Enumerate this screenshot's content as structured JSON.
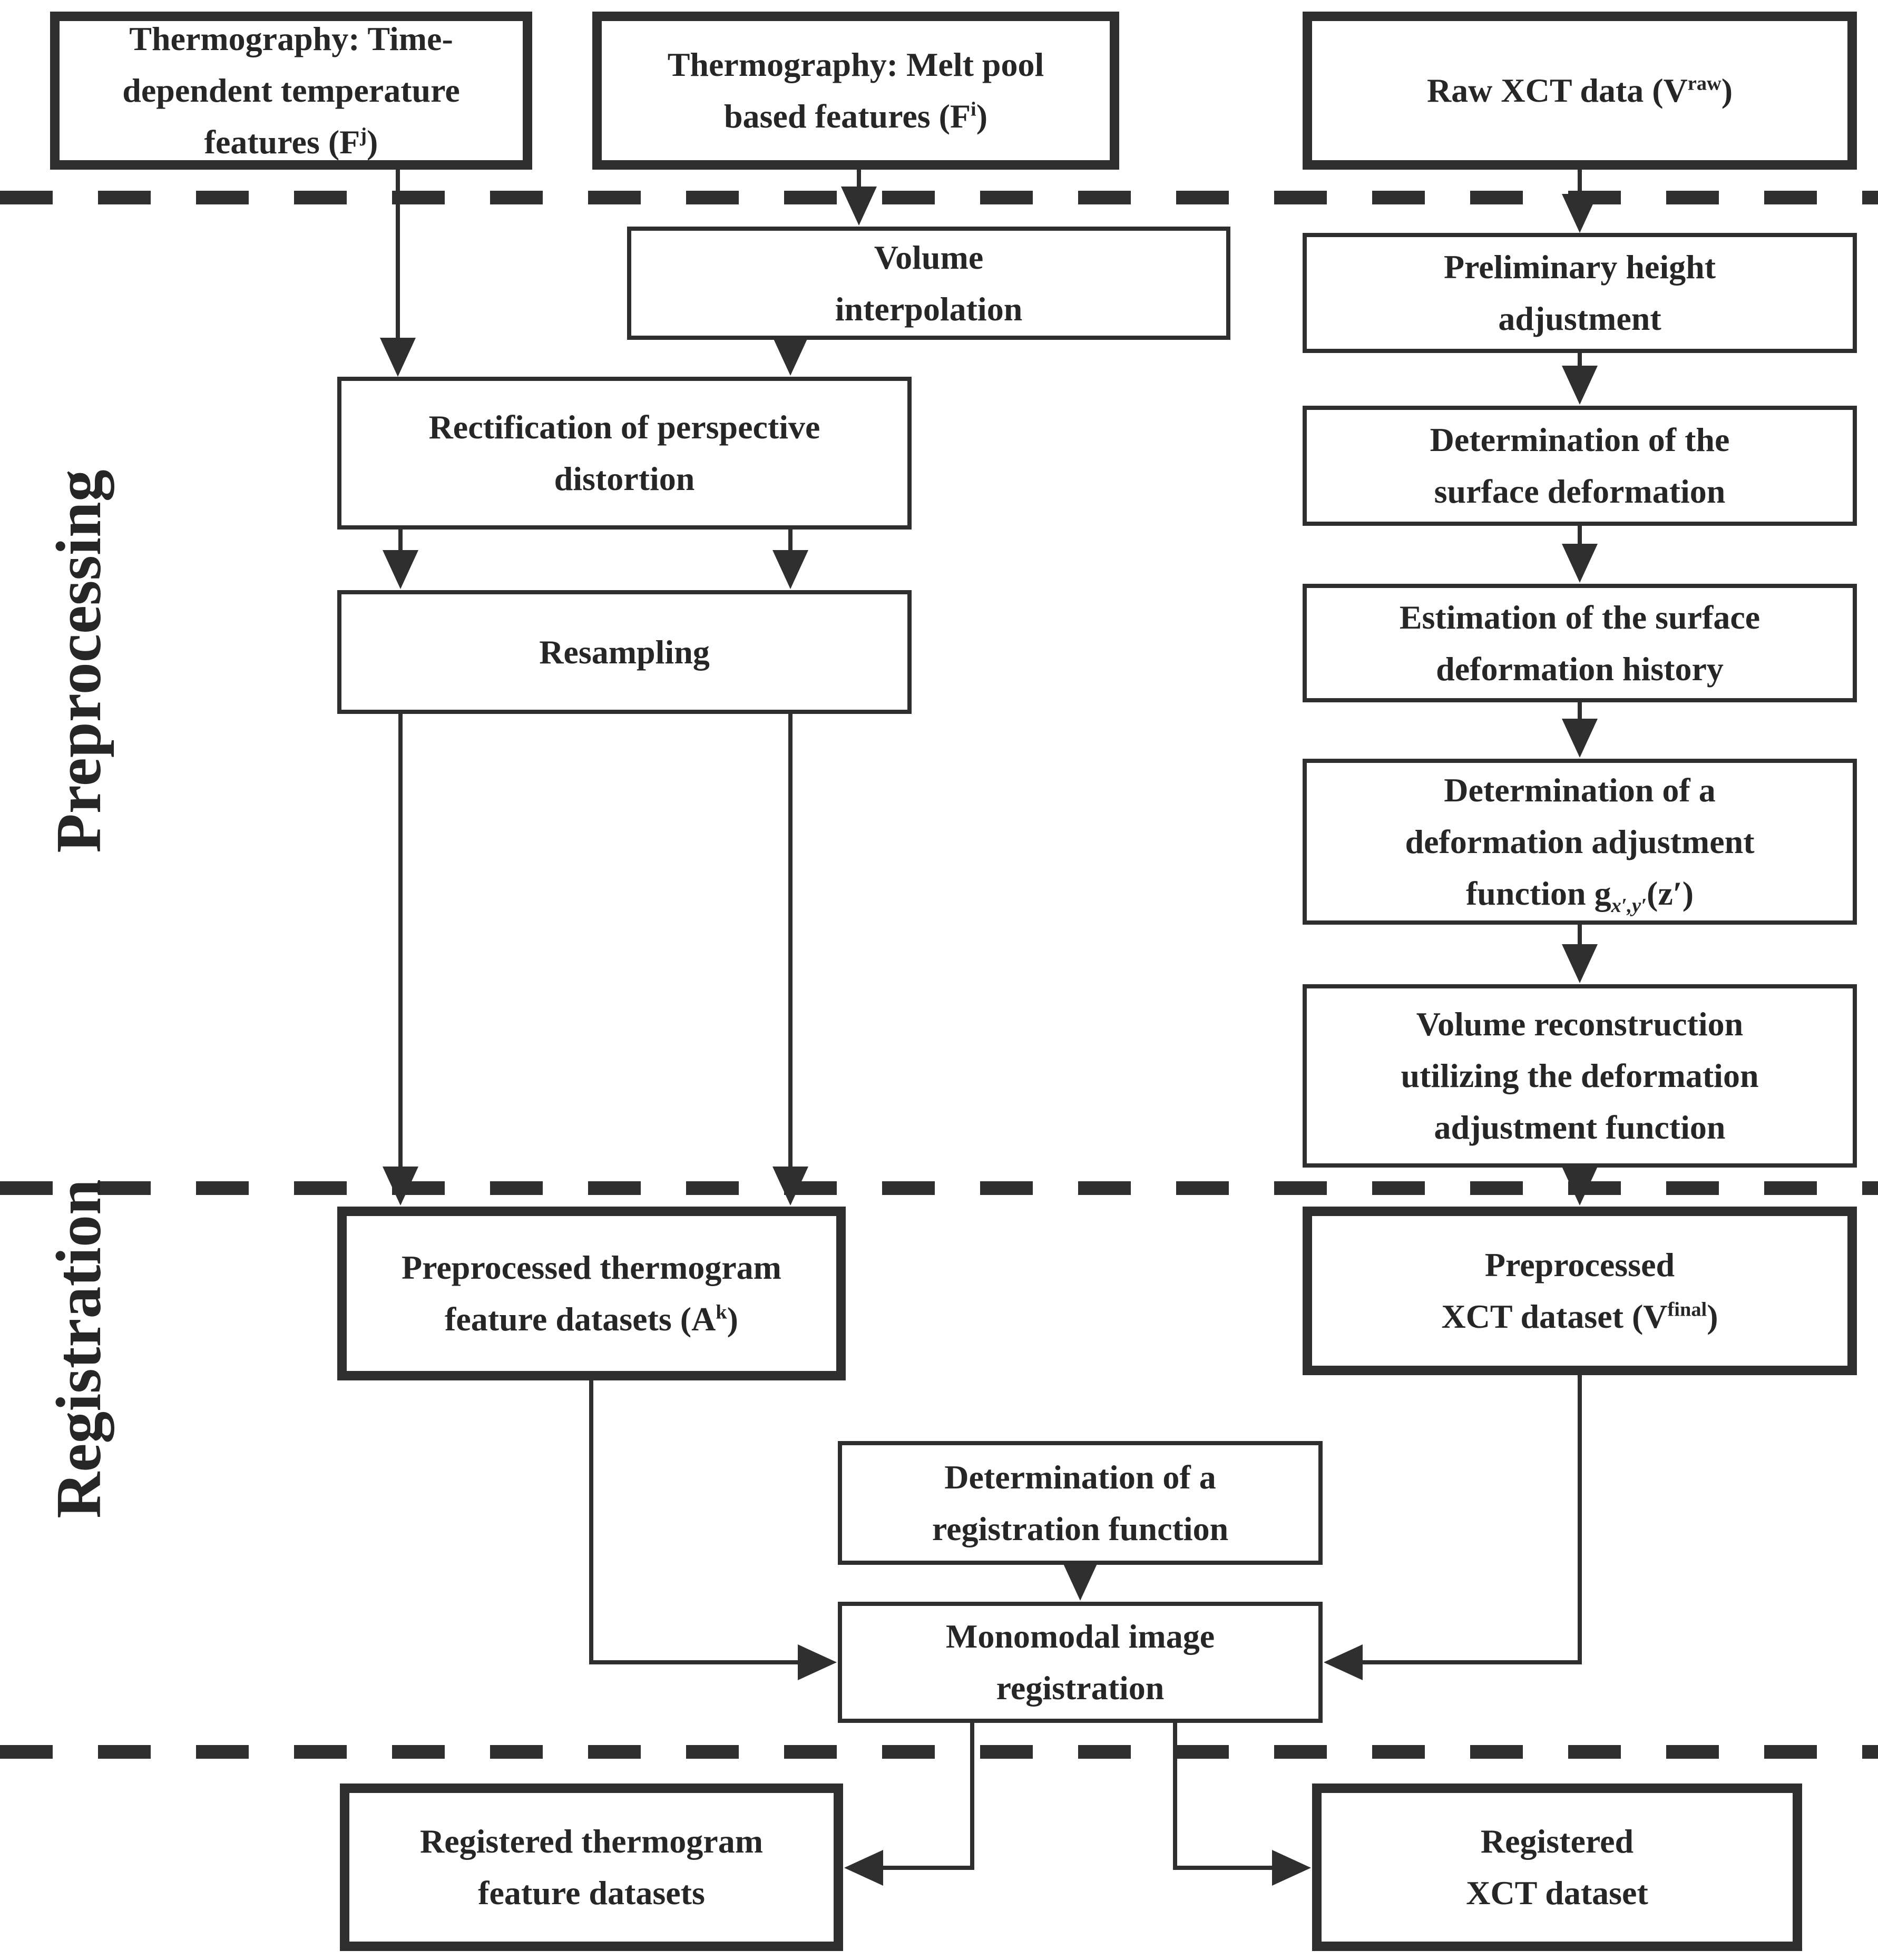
{
  "sections": {
    "preprocessing": "Preprocessing",
    "registration": "Registration"
  },
  "boxes": {
    "thermo_time": {
      "l1": "Thermography: Time-",
      "l2": "dependent temperature",
      "l3_pre": "features (F",
      "l3_sup": "j",
      "l3_post": ")"
    },
    "thermo_melt": {
      "l1": "Thermography: Melt pool",
      "l2_pre": "based features (F",
      "l2_sup": "i",
      "l2_post": ")"
    },
    "raw_xct": {
      "l1_pre": "Raw XCT data (V",
      "l1_sup": "raw",
      "l1_post": ")"
    },
    "volume_interpolation": {
      "l1": "Volume",
      "l2": "interpolation"
    },
    "preliminary_height": {
      "l1": "Preliminary height",
      "l2": "adjustment"
    },
    "rectification": {
      "l1": "Rectification of perspective",
      "l2": "distortion"
    },
    "det_surface_def": {
      "l1": "Determination of the",
      "l2": "surface deformation"
    },
    "resampling": {
      "l1": "Resampling"
    },
    "est_surface_history": {
      "l1": "Estimation of the surface",
      "l2": "deformation history"
    },
    "det_def_adj": {
      "l1": "Determination of a",
      "l2": "deformation adjustment",
      "l3_pre": "function g",
      "l3_sub": "x′,y′",
      "l3_post": "(z′)"
    },
    "vol_recon": {
      "l1": "Volume reconstruction",
      "l2": "utilizing the deformation",
      "l3": "adjustment function"
    },
    "prep_thermo": {
      "l1": "Preprocessed thermogram",
      "l2_pre": "feature datasets (A",
      "l2_sup": "k",
      "l2_post": ")"
    },
    "prep_xct": {
      "l1": "Preprocessed",
      "l2_pre": "XCT dataset (V",
      "l2_sup": "final",
      "l2_post": ")"
    },
    "det_reg_func": {
      "l1": "Determination of a",
      "l2": "registration function"
    },
    "mono_reg": {
      "l1": "Monomodal image",
      "l2": "registration"
    },
    "reg_thermo": {
      "l1": "Registered thermogram",
      "l2": "feature datasets"
    },
    "reg_xct": {
      "l1": "Registered",
      "l2": "XCT dataset"
    }
  },
  "colors": {
    "ink": "#2f2f2f",
    "background": "#ffffff"
  }
}
